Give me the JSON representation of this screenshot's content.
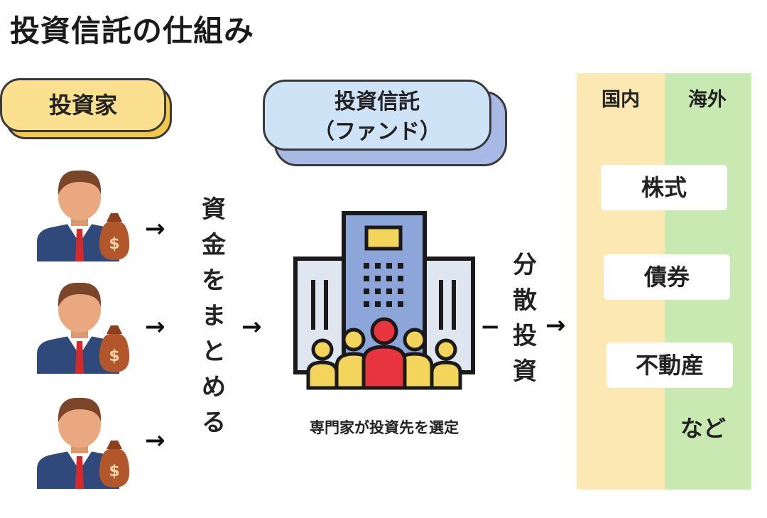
{
  "title": "投資信託の仕組み",
  "investor": {
    "label": "投資家"
  },
  "fund": {
    "line1": "投資信託",
    "line2": "（ファンド）"
  },
  "pool_text": [
    "資",
    "金",
    "を",
    "ま",
    "と",
    "め",
    "る"
  ],
  "diversify_text": [
    "分",
    "散",
    "投",
    "資"
  ],
  "caption": "専門家が投資先を選定",
  "columns": {
    "domestic": "国内",
    "overseas": "海外"
  },
  "assets": [
    "株式",
    "債券",
    "不動産"
  ],
  "etc": "など",
  "arrow": "→",
  "dash": "−",
  "colors": {
    "investor_fill": "#fbe08f",
    "fund_fill": "#cfe3f7",
    "domestic_col": "#fce8b2",
    "overseas_col": "#c9e9b3"
  }
}
